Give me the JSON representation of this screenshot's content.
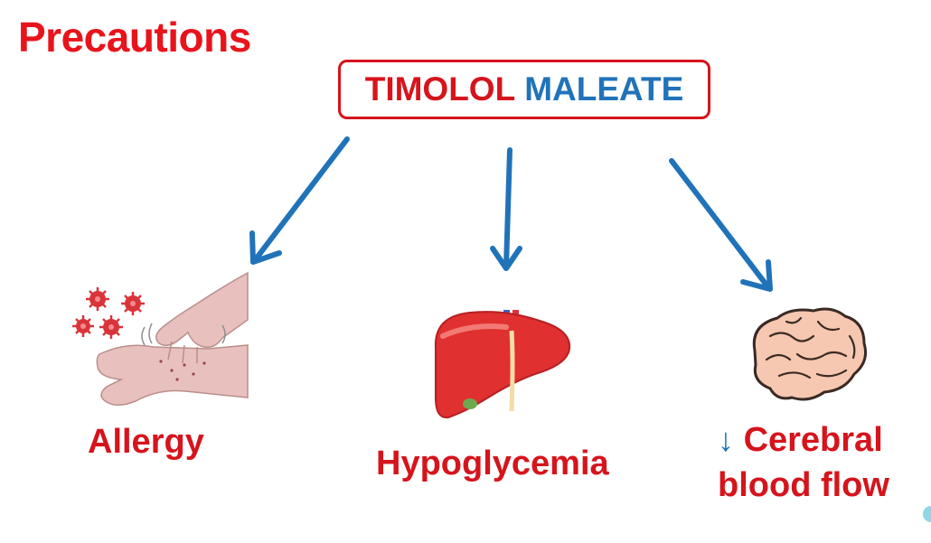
{
  "heading": "Precautions",
  "drug": {
    "word1": "TIMOLOL",
    "word2": "MALEATE"
  },
  "effects": [
    {
      "label": "Allergy"
    },
    {
      "label": "Hypoglycemia"
    },
    {
      "label_line1": "Cerebral",
      "label_line2": "blood flow",
      "direction_glyph": "↓"
    }
  ],
  "icons": [
    "virus-icon",
    "scratching-arm-icon",
    "liver-icon",
    "brain-icon"
  ],
  "colors": {
    "accent_red": "#d6141c",
    "accent_blue": "#2173b9"
  }
}
